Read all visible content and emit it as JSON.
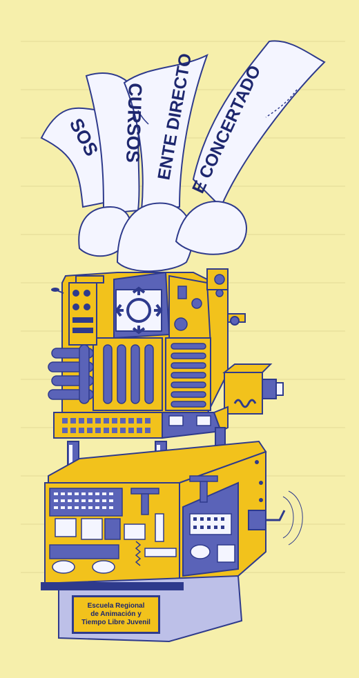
{
  "colors": {
    "background": "#f6efab",
    "machine_yellow": "#f2c21c",
    "machine_blue": "#5a63b8",
    "outline_navy": "#2e3a8c",
    "paper_white": "#f4f5ff",
    "banner_text": "#1e276e"
  },
  "banners": {
    "left": "SOS",
    "middle_left": "CURSOS",
    "middle_right": "ENTE DIRECTO",
    "right": "E CONCERTADO"
  },
  "plaque": {
    "line1": "Escuela Regional",
    "line2": "de Animación y",
    "line3": "Tiempo Libre Juvenil"
  },
  "icons": {
    "logo": "circular-arrows-logo"
  }
}
